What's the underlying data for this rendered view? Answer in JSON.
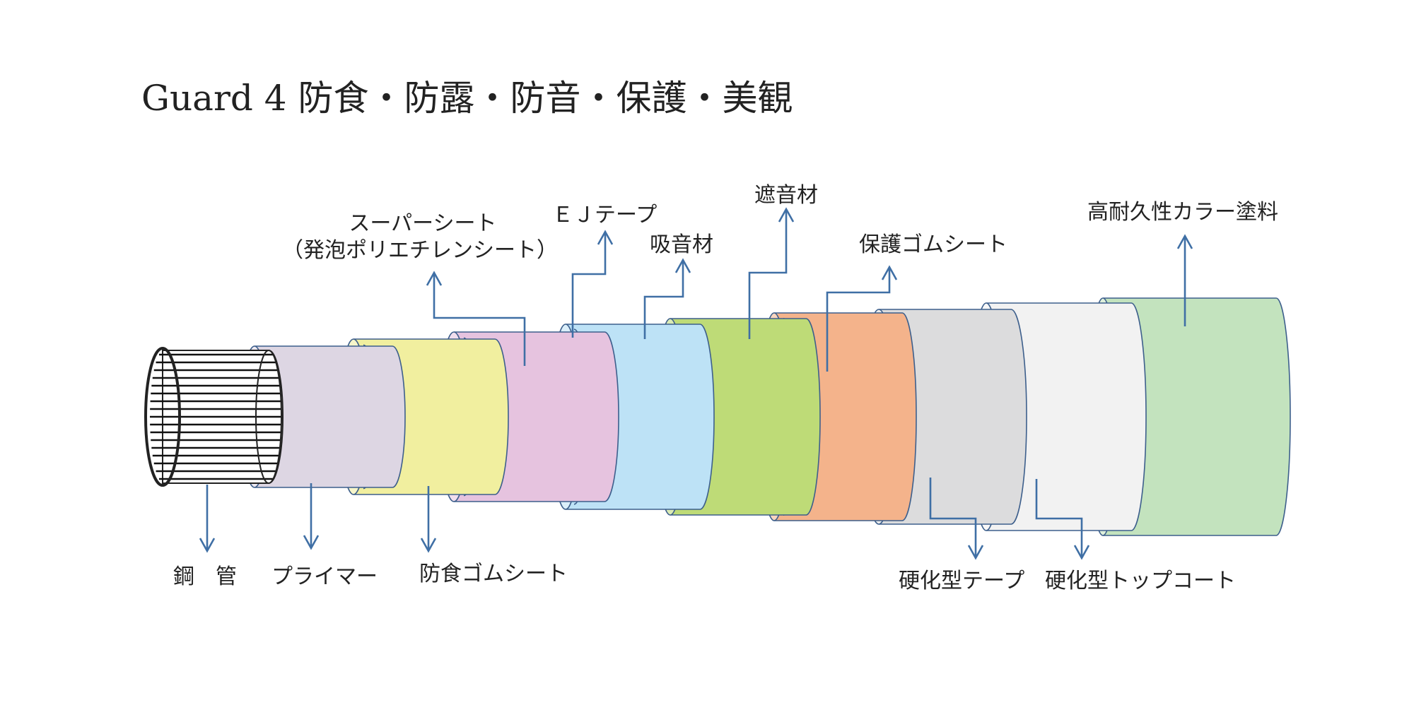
{
  "title": "Guard 4  防食・防露・防音・保護・美観",
  "labels": {
    "steel_pipe": "鋼　管",
    "primer": "プライマー",
    "anticorrosion_rubber_sheet": "防食ゴムシート",
    "super_sheet": "スーパーシート",
    "super_sheet_note": "（発泡ポリエチレンシート）",
    "ej_tape": "ＥＪテープ",
    "sound_absorbing": "吸音材",
    "sound_insulating": "遮音材",
    "protective_rubber_sheet": "保護ゴムシート",
    "high_durability_paint": "高耐久性カラー塗料",
    "hardening_tape": "硬化型テープ",
    "hardening_topcoat": "硬化型トップコート"
  },
  "layer_colors": {
    "steel_pipe": "#ffffff",
    "primer": "#ddd6e3",
    "anticorrosion_rubber_sheet": "#f1ef9f",
    "super_sheet": "#e6c3df",
    "ej_tape": "#bde2f6",
    "sound_absorbing": "#bedb77",
    "sound_insulating": "#f4b38b",
    "protective_rubber_sheet": "#dcdcdd",
    "hardening_tape": "#f2f2f2",
    "hardening_topcoat": "#c3e3be"
  },
  "colors": {
    "leader_line": "#3f6fa5",
    "outline": "#3d5f8c"
  }
}
